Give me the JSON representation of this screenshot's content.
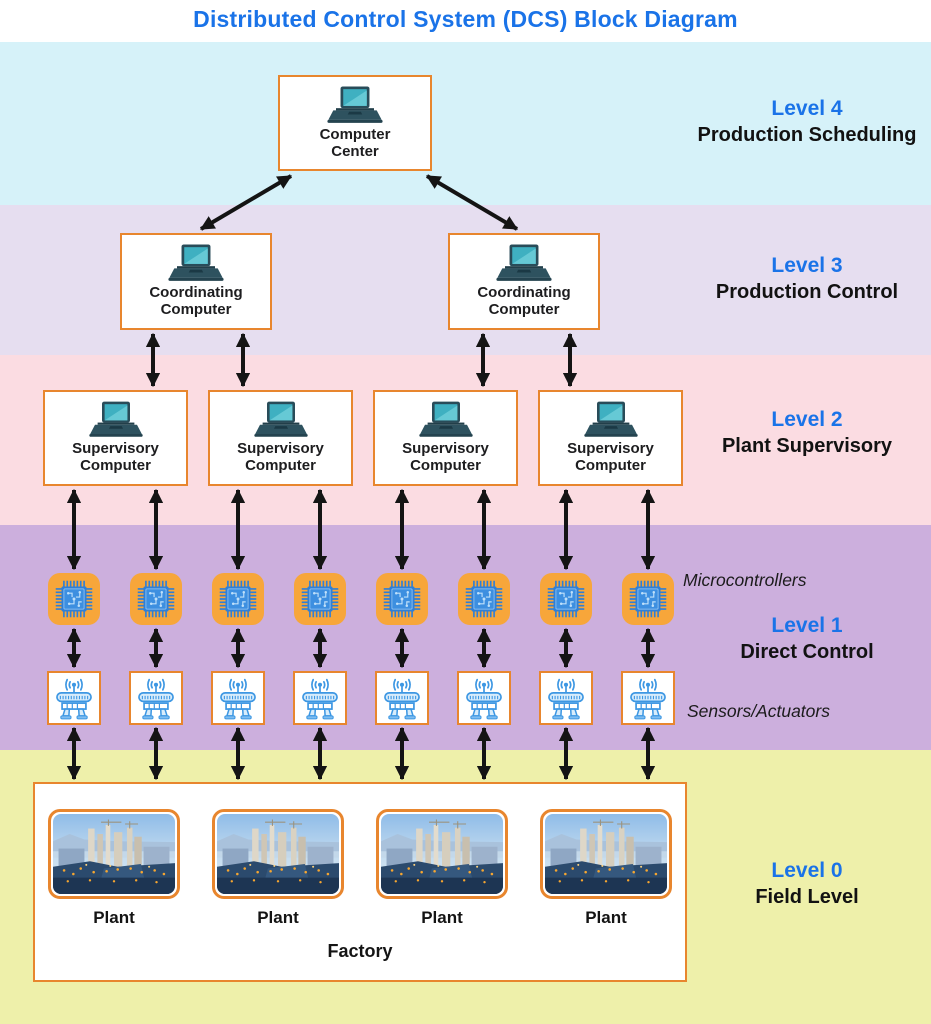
{
  "title": "Distributed Control System (DCS) Block Diagram",
  "colors": {
    "accent_blue": "#1a73e8",
    "box_border_orange": "#e8862e",
    "micro_orange": "#f7a63a",
    "arrow_black": "#141414",
    "band_level4": "#d6f2f9",
    "band_level3": "#e6def0",
    "band_level2": "#fbdce2",
    "band_level1": "#ccafdd",
    "band_level0": "#eef0aa"
  },
  "levels": [
    {
      "level_label": "Level 4",
      "name": "Production Scheduling"
    },
    {
      "level_label": "Level 3",
      "name": "Production Control"
    },
    {
      "level_label": "Level 2",
      "name": "Plant Supervisory"
    },
    {
      "level_label": "Level 1",
      "name": "Direct Control",
      "annotations": {
        "top": "Microcontrollers",
        "bottom": "Sensors/Actuators"
      }
    },
    {
      "level_label": "Level 0",
      "name": "Field Level"
    }
  ],
  "nodes": {
    "computer_center": "Computer Center",
    "coordinating": [
      "Coordinating Computer",
      "Coordinating Computer"
    ],
    "supervisory": [
      "Supervisory Computer",
      "Supervisory Computer",
      "Supervisory Computer",
      "Supervisory Computer"
    ]
  },
  "factory": {
    "label": "Factory",
    "plants": [
      "Plant",
      "Plant",
      "Plant",
      "Plant"
    ]
  }
}
